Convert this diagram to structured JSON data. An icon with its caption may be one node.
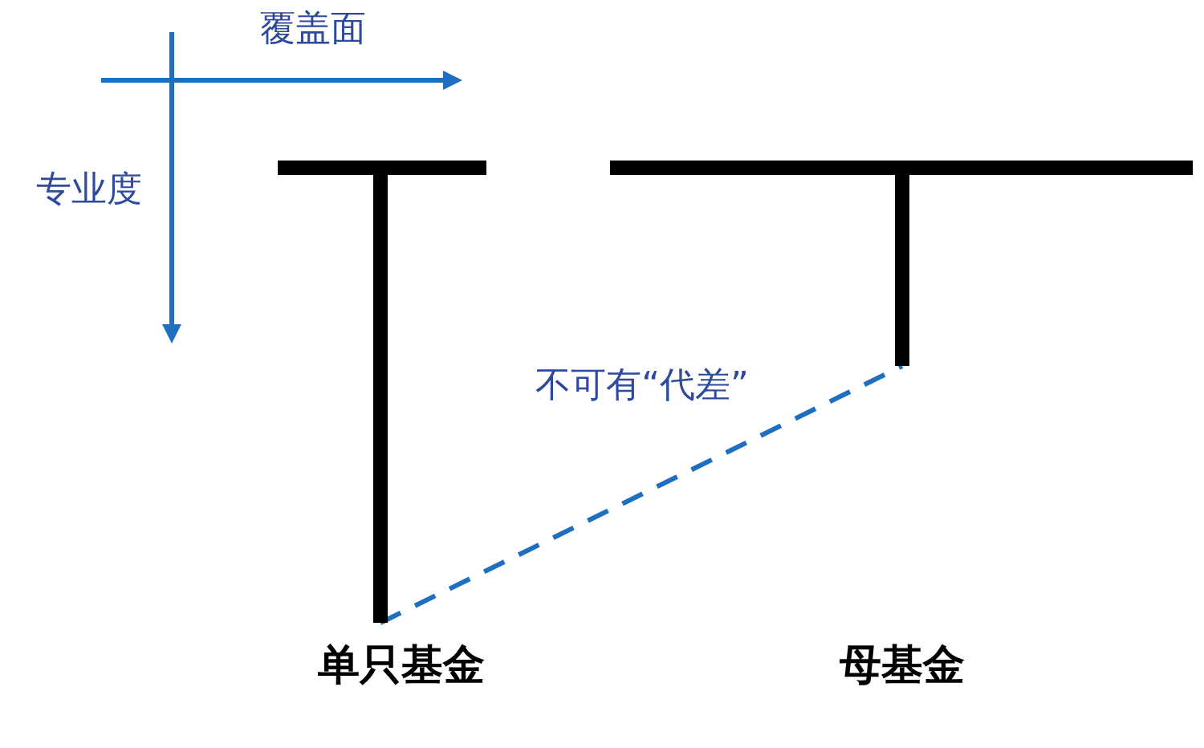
{
  "diagram": {
    "nodes": [
      {
        "text": [],
        "shape": "bar"
      },
      {
        "text": [],
        "shape": "bar"
      }
    ],
    "edges": [
      {
        "from": 0,
        "to": 1,
        "arrow": "none",
        "label": "不可有“代差”",
        "style": "dashed",
        "color": "#1f6fc0"
      }
    ],
    "labels": [
      "覆盖面",
      "专业度",
      "单只基金",
      "母基金"
    ]
  }
}
